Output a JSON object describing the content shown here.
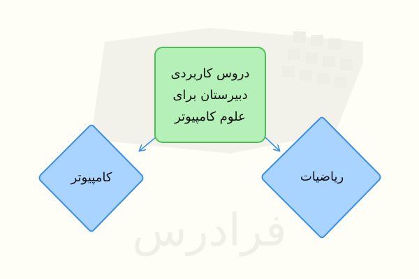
{
  "diagram": {
    "root": {
      "lines": [
        "دروس کاربردی",
        "دبیرستان برای",
        "علوم کامپیوتر"
      ]
    },
    "children": [
      {
        "label": "کامپیوتر"
      },
      {
        "label": "ریاضیات"
      }
    ]
  },
  "watermark": {
    "text": "فرادرس"
  },
  "colors": {
    "background": "#fefdf6",
    "root_fill": "#b4f0b8",
    "root_border": "#4cbf55",
    "child_fill": "#a9d4ff",
    "child_border": "#3b8fe8",
    "connector": "#3b8fe8"
  }
}
